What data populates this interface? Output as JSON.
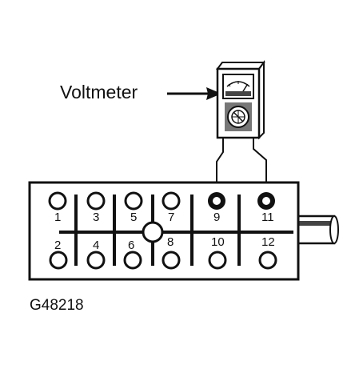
{
  "annotation": {
    "voltmeter_label": "Voltmeter"
  },
  "figure_id": "G48218",
  "connector": {
    "top_row_pins": [
      "1",
      "3",
      "5",
      "7",
      "9",
      "11"
    ],
    "bottom_row_pins": [
      "2",
      "4",
      "6",
      "8",
      "10",
      "12"
    ],
    "probed_pins": [
      "9",
      "11"
    ]
  },
  "colors": {
    "ink": "#111111",
    "background": "#ffffff"
  }
}
